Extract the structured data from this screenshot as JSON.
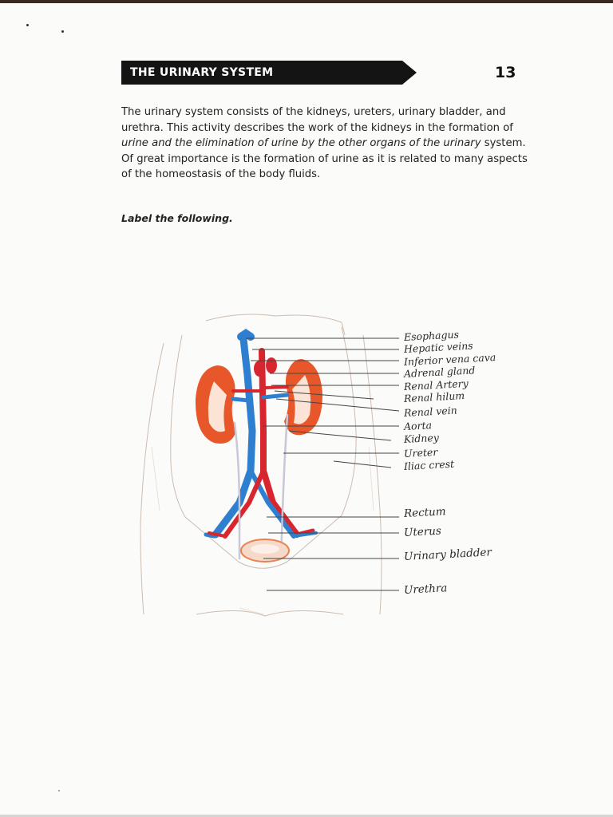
{
  "header": {
    "title": "THE URINARY SYSTEM",
    "chapter_number": "13"
  },
  "intro": {
    "part1": "The urinary system consists of the kidneys, ureters, urinary bladder, and urethra. This activity describes the work of the kidneys in the formation of ",
    "part2_italic": "urine and the elimination of urine by the other organs of the urinary",
    "part3": " system. Of great importance is the formation of urine as it is related to many aspects of the homeostasis of the body fluids."
  },
  "instruction": "Label the following.",
  "labels": [
    "Esophagus",
    "Hepatic veins",
    "Inferior vena cava",
    "Adrenal gland",
    "Renal Artery",
    "Renal hilum",
    "Renal vein",
    "Aorta",
    "Kidney",
    "Ureter",
    "Iliac crest",
    "Rectum",
    "Uterus",
    "Urinary bladder",
    "Urethra"
  ],
  "colors": {
    "banner": "#141414",
    "kidney": "#e8572a",
    "artery": "#d8262e",
    "vein": "#2f7fd0",
    "leader_line": "#444444",
    "body_outline": "#c9b8ac"
  }
}
